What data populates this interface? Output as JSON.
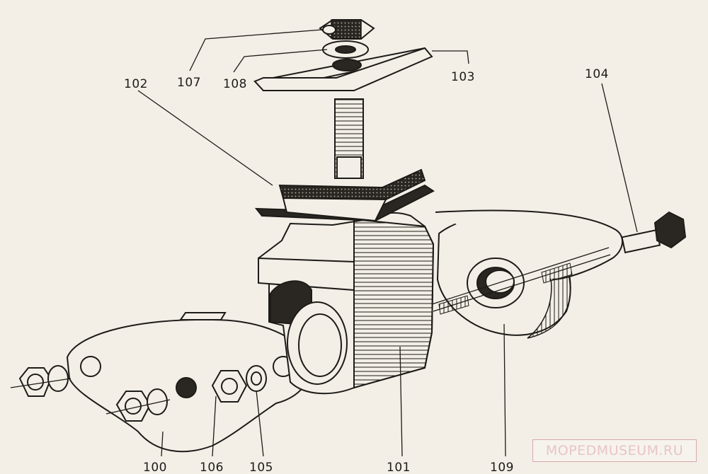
{
  "callouts": {
    "c100": "100",
    "c101": "101",
    "c102": "102",
    "c103": "103",
    "c104": "104",
    "c105": "105",
    "c106": "106",
    "c107": "107",
    "c108": "108",
    "c109": "109"
  },
  "watermark": "MOPEDMUSEUM.RU",
  "colors": {
    "paper": "#f3efe6",
    "ink": "#1d1b18",
    "watermark": "#e8c4c7"
  }
}
